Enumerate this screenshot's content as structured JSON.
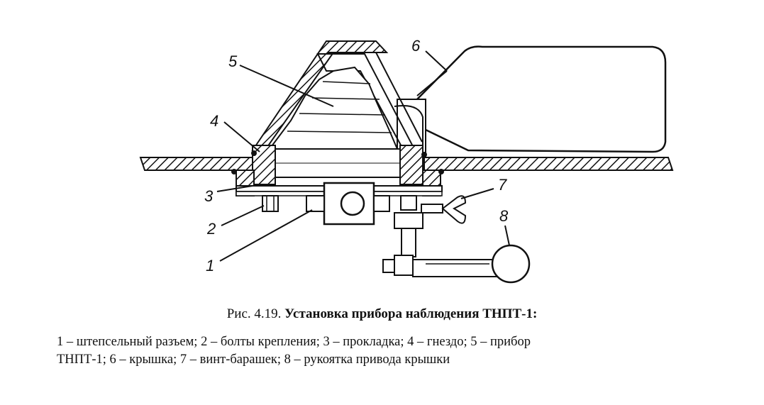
{
  "figure": {
    "labels": [
      "1",
      "2",
      "3",
      "4",
      "5",
      "6",
      "7",
      "8"
    ]
  },
  "caption": {
    "prefix": "Рис. 4.19.",
    "title": "Установка прибора наблюдения ТНПТ-1:",
    "legend_line1": "1 – штепсельный разъем; 2 – болты крепления; 3 – прокладка; 4 – гнездо; 5 – прибор",
    "legend_line2": "ТНПТ-1; 6 – крышка; 7 – винт-барашек; 8 – рукоятка привода крышки"
  }
}
